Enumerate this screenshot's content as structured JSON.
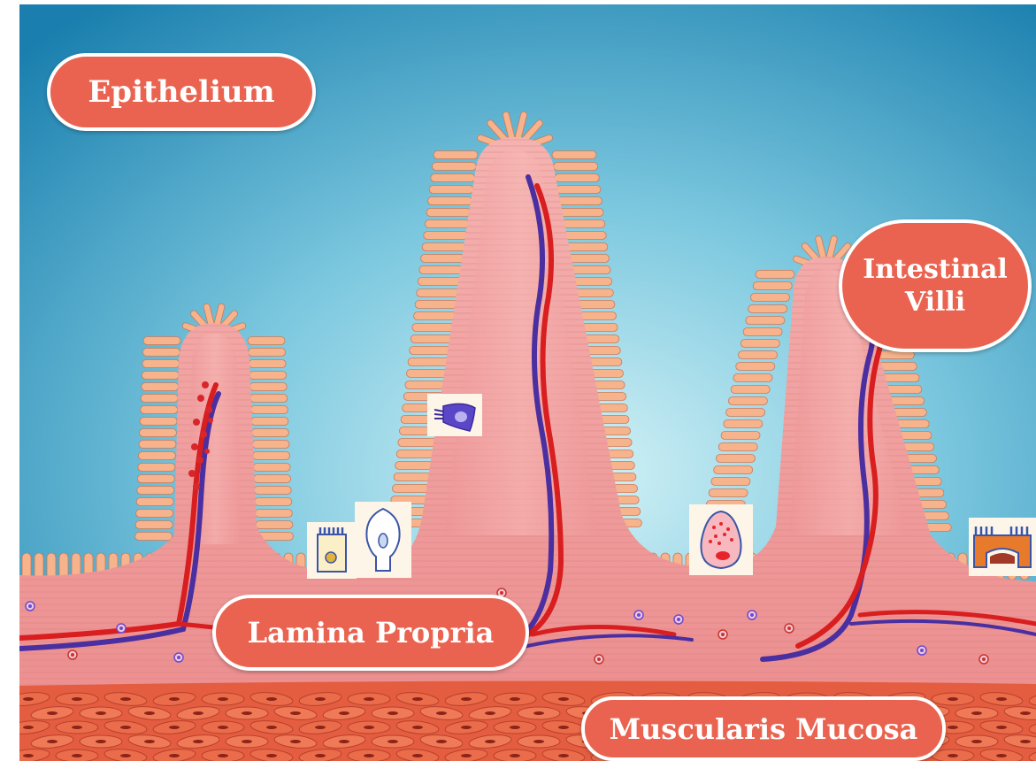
{
  "labels": {
    "epithelium": "Epithelium",
    "villi_line1": "Intestinal",
    "villi_line2": "Villi",
    "lamina_propria": "Lamina Propria",
    "muscularis_mucosa": "Muscularis Mucosa"
  },
  "icons": [
    "enterocyte-cell-icon",
    "goblet-cell-icon",
    "stem-cell-icon",
    "paneth-cell-icon",
    "m-cell-icon"
  ],
  "colors": {
    "background_top": "#1e86b3",
    "background_glow": "#c9ecf3",
    "label_fill": "#ea6350",
    "label_border": "#ffffff",
    "epithelium": "#f5b08a",
    "lamina": "#f2a5a5",
    "muscularis": "#e2573c",
    "artery": "#d81e1e",
    "vein": "#4a2fa0"
  }
}
